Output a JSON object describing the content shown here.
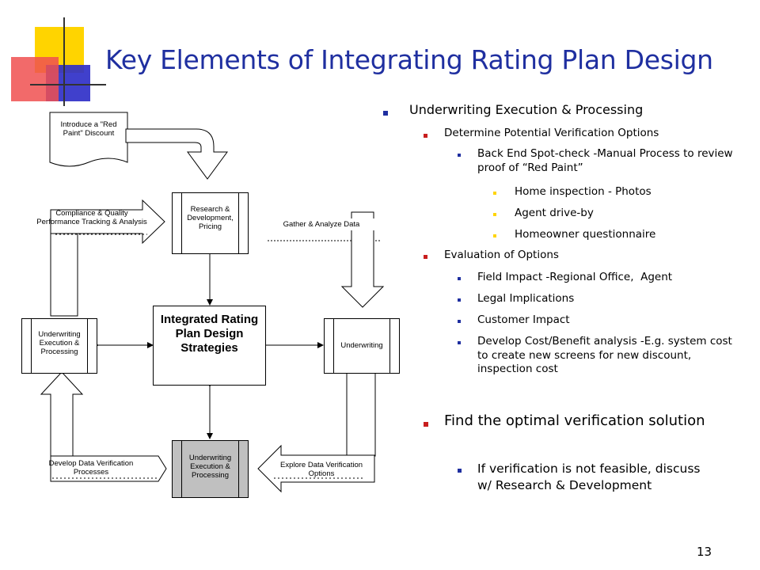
{
  "slide": {
    "title": "Key Elements of Integrating Rating Plan Design",
    "page_number": "13"
  },
  "diagram": {
    "doc_label": "Introduce a \"Red Paint\" Discount",
    "compliance_label": "Compliance & Quality Performance Tracking & Analysis",
    "research_label": "Research & Development, Pricing",
    "gather_label": "Gather & Analyze Data",
    "underwriting_exec_left_label": "Underwriting Execution & Processing",
    "center_label": "Integrated Rating Plan Design Strategies",
    "underwriting_right_label": "Underwriting",
    "develop_label": "Develop Data Verification Processes",
    "underwriting_exec_bottom_label": "Underwriting Execution & Processing",
    "explore_label": "Explore Data Verification Options"
  },
  "bullets": {
    "b1": "Underwriting Execution & Processing",
    "b1_1": "Determine Potential Verification Options",
    "b1_1_1": "Back End Spot-check -Manual Process to review proof of “Red Paint”",
    "b1_1_1_1": "Home inspection - Photos",
    "b1_1_1_2": "Agent drive-by",
    "b1_1_1_3": "Homeowner questionnaire",
    "b1_2": "Evaluation of Options",
    "b1_2_1": "Field Impact -Regional Office,  Agent",
    "b1_2_2": "Legal Implications",
    "b1_2_3": "Customer Impact",
    "b1_2_4": "Develop Cost/Benefit analysis -E.g. system cost to create new screens for new discount, inspection cost",
    "b2": "Find the optimal verification solution",
    "b2_1": "If verification is not feasible, discuss w/ Research & Development"
  },
  "colors": {
    "title": "#1f2fa0",
    "deco_yellow": "#ffd400",
    "deco_red": "#f05050",
    "deco_blue": "#3030c8",
    "bullet_level1": "#1f2fa0",
    "bullet_level2": "#c81e1e",
    "bullet_level3": "#1f2fa0",
    "bullet_level4": "#ffd400",
    "shaded_box": "#c0c0c0"
  }
}
